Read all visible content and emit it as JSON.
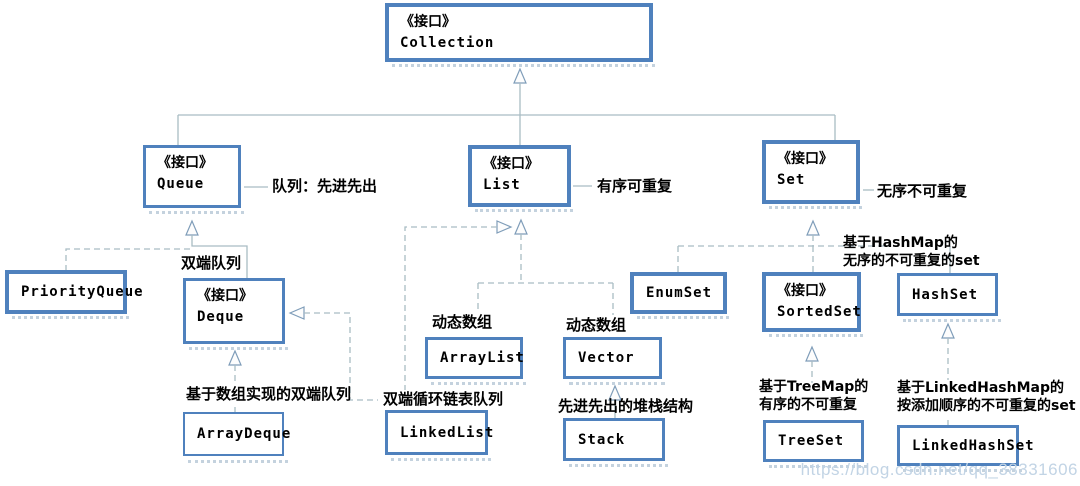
{
  "watermark": "https://blog.csdn.net/qq_38331606",
  "colors": {
    "box_border": "#4f81bd",
    "box_fill": "#ffffff",
    "wire": "#a9bcc4",
    "arrow_stroke": "#7f9db9",
    "box_shadow": "#c4d2de",
    "text": "#000000",
    "watermark_text": "#c2d4e5"
  },
  "nodes": [
    {
      "id": "collection",
      "stereotype": "《接口》",
      "name": "Collection"
    },
    {
      "id": "queue",
      "stereotype": "《接口》",
      "name": "Queue"
    },
    {
      "id": "list",
      "stereotype": "《接口》",
      "name": "List"
    },
    {
      "id": "set",
      "stereotype": "《接口》",
      "name": "Set"
    },
    {
      "id": "priorityqueue",
      "name": "PriorityQueue"
    },
    {
      "id": "deque",
      "stereotype": "《接口》",
      "name": "Deque"
    },
    {
      "id": "enumset",
      "name": "EnumSet"
    },
    {
      "id": "sortedset",
      "stereotype": "《接口》",
      "name": "SortedSet"
    },
    {
      "id": "hashset",
      "name": "HashSet"
    },
    {
      "id": "arraylist",
      "name": "ArrayList"
    },
    {
      "id": "vector",
      "name": "Vector"
    },
    {
      "id": "arraydeque",
      "name": "ArrayDeque"
    },
    {
      "id": "linkedlist",
      "name": "LinkedList"
    },
    {
      "id": "stack",
      "name": "Stack"
    },
    {
      "id": "treeset",
      "name": "TreeSet"
    },
    {
      "id": "linkedhashset",
      "name": "LinkedHashSet"
    }
  ],
  "annotations": [
    {
      "id": "queue-note",
      "lines": [
        "队列：先进先出"
      ]
    },
    {
      "id": "list-note",
      "lines": [
        "有序可重复"
      ]
    },
    {
      "id": "set-note",
      "lines": [
        "无序不可重复"
      ]
    },
    {
      "id": "deque-note",
      "lines": [
        "双端队列"
      ]
    },
    {
      "id": "hashset-note",
      "lines": [
        "基于HashMap的",
        "无序的不可重复的set"
      ]
    },
    {
      "id": "arraylist-note",
      "lines": [
        "动态数组"
      ]
    },
    {
      "id": "vector-note",
      "lines": [
        "动态数组"
      ]
    },
    {
      "id": "arraydeque-note",
      "lines": [
        "基于数组实现的双端队列"
      ]
    },
    {
      "id": "linkedlist-note",
      "lines": [
        "双端循环链表队列"
      ]
    },
    {
      "id": "stack-note",
      "lines": [
        "先进先出的堆栈结构"
      ]
    },
    {
      "id": "treeset-note",
      "lines": [
        "基于TreeMap的",
        "有序的不可重复"
      ]
    },
    {
      "id": "linkedhashset-note",
      "lines": [
        "基于LinkedHashMap的",
        "按添加顺序的不可重复的set"
      ]
    }
  ]
}
